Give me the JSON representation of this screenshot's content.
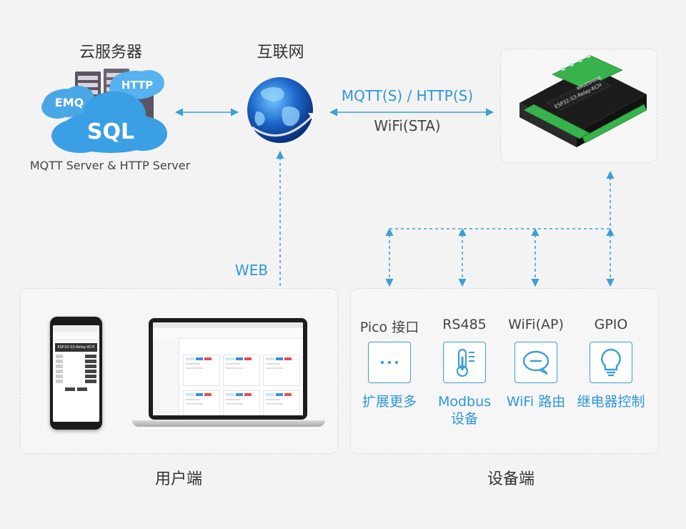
{
  "server": {
    "title": "云服务器",
    "caption": "MQTT Server & HTTP Server",
    "tags": [
      "EMQ",
      "HTTP",
      "SQL"
    ]
  },
  "internet": {
    "title": "互联网"
  },
  "link": {
    "protocol": "MQTT(S) / HTTP(S)",
    "mode": "WiFi(STA)"
  },
  "web_label": "WEB",
  "device": {
    "model_text": "ESP32-S3-Relay-6CH",
    "brand": "WAVESHARE"
  },
  "user_side": {
    "title": "用户端"
  },
  "device_side": {
    "title": "设备端"
  },
  "phone": {
    "header": "ESP32-S3-Relay-6CH"
  },
  "interfaces": [
    {
      "title": "Pico 接口",
      "label": "扩展更多",
      "icon": "more-icon"
    },
    {
      "title": "RS485",
      "label": "Modbus\n设备",
      "icon": "thermometer-icon"
    },
    {
      "title": "WiFi(AP)",
      "label": "WiFi 路由",
      "icon": "chat-bubble-icon"
    },
    {
      "title": "GPIO",
      "label": "继电器控制",
      "icon": "lightbulb-icon"
    }
  ],
  "colors": {
    "accent": "#2f97d8",
    "dash": "#3a9fd8",
    "text": "#333333"
  }
}
